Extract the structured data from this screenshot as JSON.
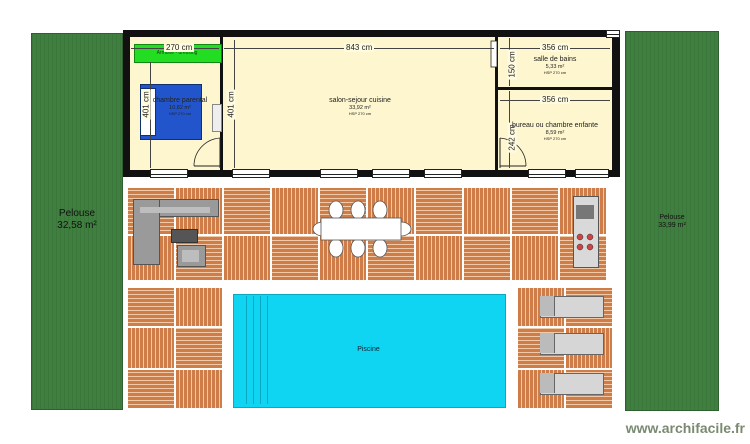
{
  "lawns": {
    "left": {
      "label": "Pelouse",
      "area": "32,58 m²"
    },
    "right": {
      "label": "Pelouse",
      "area": "33,99 m²"
    }
  },
  "rooms": {
    "master": {
      "name": "chambre parental",
      "area": "10,82 m²",
      "hsp": "HSP 270 cm"
    },
    "living": {
      "name": "salon-sejour cuisine",
      "area": "33,92 m²",
      "hsp": "HSP 270 cm"
    },
    "bathroom": {
      "name": "salle de bains",
      "area": "5,33 m²",
      "hsp": "HSP 270 cm"
    },
    "office": {
      "name": "bureau ou chambre enfante",
      "area": "8,59 m²",
      "hsp": "HSP 270 cm"
    }
  },
  "dimensions": {
    "master_width": "270 cm",
    "master_depth": "401 cm",
    "wardrobe": "Armoire - dressing",
    "living_width": "843 cm",
    "living_depth": "401 cm",
    "bath_width": "356 cm",
    "bath_depth": "150 cm",
    "office_width": "356 cm",
    "office_depth": "242 cm"
  },
  "pool": {
    "label": "Piscine"
  },
  "watermark": "www.archifacile.fr",
  "colors": {
    "lawn": "#3f7f3f",
    "pool": "#0fd5f2",
    "deck": "#cf7d48",
    "wardrobe": "#22dd22",
    "bed": "#2255cc"
  }
}
